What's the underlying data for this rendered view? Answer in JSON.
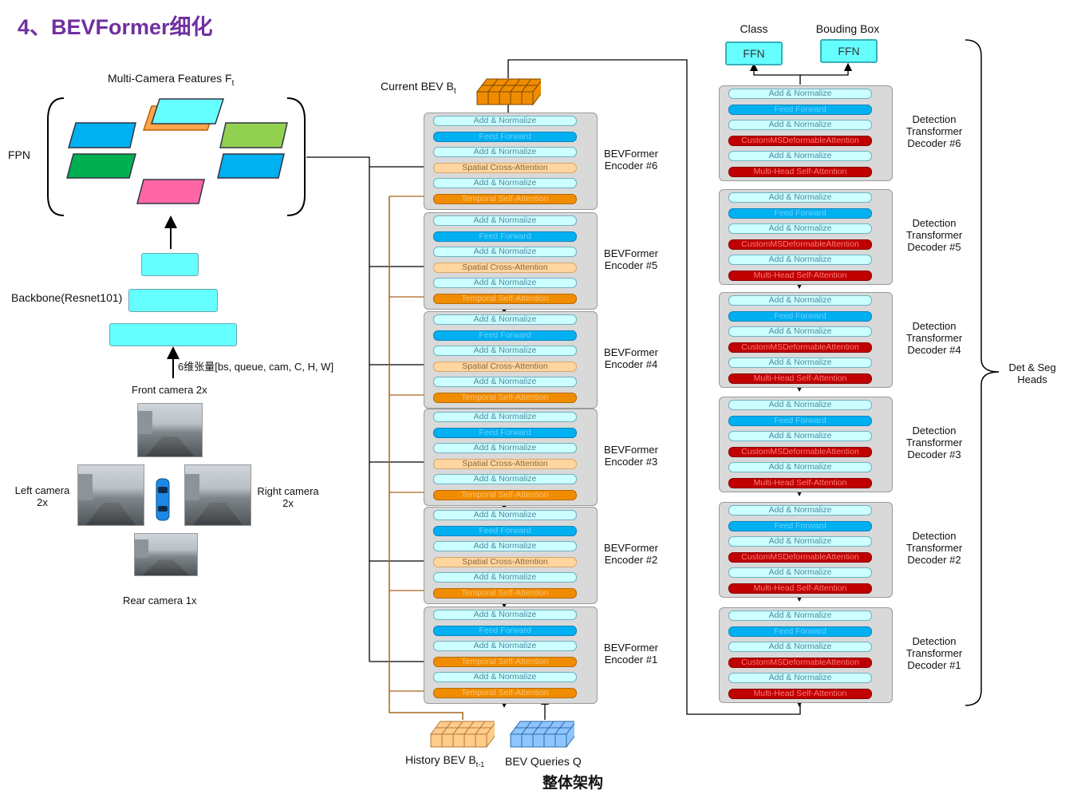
{
  "title": "4、BEVFormer细化",
  "caption": "整体架构",
  "left": {
    "features_label": "Multi-Camera Features F",
    "features_sub": "t",
    "fpn_label": "FPN",
    "backbone_label": "Backbone(Resnet101)",
    "tensor_label": "6维张量[bs,  queue,  cam,  C,  H,  W]",
    "front_label": "Front camera 2x",
    "left_label_1": "Left camera",
    "left_label_2": "2x",
    "right_label_1": "Right camera",
    "right_label_2": "2x",
    "rear_label": "Rear camera 1x"
  },
  "middle": {
    "current_bev": "Current BEV B",
    "current_bev_sub": "t",
    "history_bev": "History BEV B",
    "history_bev_sub": "t-1",
    "bev_queries": "BEV Queries Q"
  },
  "right": {
    "class_label": "Class",
    "bbox_label": "Bouding Box",
    "ffn_label": "FFN",
    "heads_label_1": "Det & Seg",
    "heads_label_2": "Heads"
  },
  "encoders": [
    {
      "name_1": "BEVFormer",
      "name_2": "Encoder #6",
      "layers": [
        "Add & Normalize",
        "Feed Forward",
        "Add & Normalize",
        "Spatial Cross-Attention",
        "Add & Normalize",
        "Temporal Self-Attention"
      ]
    },
    {
      "name_1": "BEVFormer",
      "name_2": "Encoder #5",
      "layers": [
        "Add & Normalize",
        "Feed Forward",
        "Add & Normalize",
        "Spatial Cross-Attention",
        "Add & Normalize",
        "Temporal Self-Attention"
      ]
    },
    {
      "name_1": "BEVFormer",
      "name_2": "Encoder #4",
      "layers": [
        "Add & Normalize",
        "Feed Forward",
        "Add & Normalize",
        "Spatial Cross-Attention",
        "Add & Normalize",
        "Temporal Self-Attention"
      ]
    },
    {
      "name_1": "BEVFormer",
      "name_2": "Encoder #3",
      "layers": [
        "Add & Normalize",
        "Feed Forward",
        "Add & Normalize",
        "Spatial Cross-Attention",
        "Add & Normalize",
        "Temporal Self-Attention"
      ]
    },
    {
      "name_1": "BEVFormer",
      "name_2": "Encoder #2",
      "layers": [
        "Add & Normalize",
        "Feed Forward",
        "Add & Normalize",
        "Spatial Cross-Attention",
        "Add & Normalize",
        "Temporal Self-Attention"
      ]
    },
    {
      "name_1": "BEVFormer",
      "name_2": "Encoder #1",
      "layers": [
        "Add & Normalize",
        "Feed Forward",
        "Add & Normalize",
        "Temporal Self-Attention",
        "Add & Normalize",
        "Temporal Self-Attention"
      ]
    }
  ],
  "decoders": [
    {
      "name_1": "Detection",
      "name_2": "Transformer",
      "name_3": "Decoder #6",
      "layers": [
        "Add & Normalize",
        "Feed Forward",
        "Add & Normalize",
        "CustomMSDeformableAttention",
        "Add & Normalize",
        "Multi-Head  Self-Attention"
      ]
    },
    {
      "name_1": "Detection",
      "name_2": "Transformer",
      "name_3": "Decoder #5",
      "layers": [
        "Add & Normalize",
        "Feed Forward",
        "Add & Normalize",
        "CustomMSDeformableAttention",
        "Add & Normalize",
        "Multi-Head  Self-Attention"
      ]
    },
    {
      "name_1": "Detection",
      "name_2": "Transformer",
      "name_3": "Decoder #4",
      "layers": [
        "Add & Normalize",
        "Feed Forward",
        "Add & Normalize",
        "CustomMSDeformableAttention",
        "Add & Normalize",
        "Multi-Head  Self-Attention"
      ]
    },
    {
      "name_1": "Detection",
      "name_2": "Transformer",
      "name_3": "Decoder #3",
      "layers": [
        "Add & Normalize",
        "Feed Forward",
        "Add & Normalize",
        "CustomMSDeformableAttention",
        "Add & Normalize",
        "Multi-Head  Self-Attention"
      ]
    },
    {
      "name_1": "Detection",
      "name_2": "Transformer",
      "name_3": "Decoder #2",
      "layers": [
        "Add & Normalize",
        "Feed Forward",
        "Add & Normalize",
        "CustomMSDeformableAttention",
        "Add & Normalize",
        "Multi-Head  Self-Attention"
      ]
    },
    {
      "name_1": "Detection",
      "name_2": "Transformer",
      "name_3": "Decoder #1",
      "layers": [
        "Add & Normalize",
        "Feed Forward",
        "Add & Normalize",
        "CustomMSDeformableAttention",
        "Add & Normalize",
        "Multi-Head  Self-Attention"
      ]
    }
  ],
  "colors": {
    "title": "#7030a0",
    "add_norm": "#ccffff",
    "feed_forward": "#00b0f0",
    "spatial": "#ffd5a0",
    "temporal": "#f08c00",
    "deform": "#c00000",
    "multihead": "#c00000",
    "encoder_bg": "#d9d9d9",
    "history_line": "#a8661a",
    "ffn": "#66ffff"
  }
}
